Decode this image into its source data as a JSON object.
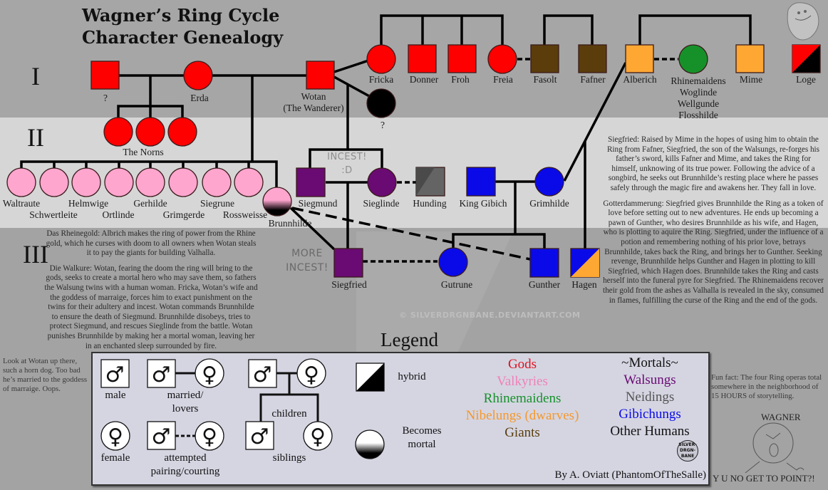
{
  "title": {
    "line1": "Wagner’s Ring Cycle",
    "line2": "Character Genealogy"
  },
  "generations": [
    "I",
    "II",
    "III"
  ],
  "colors": {
    "gods": "#ff0000",
    "valkyries": "#ffa6cf",
    "rhinemaidens": "#16912a",
    "nibelungs": "#ffa733",
    "giants": "#5a3d0b",
    "walsungs": "#6a0a73",
    "neidings": "#555555",
    "gibichungs": "#0a0ae8",
    "other_humans": "#111111"
  },
  "characters": {
    "unknown_father": "?",
    "erda": "Erda",
    "wotan": "Wotan",
    "wotan_alias": "(The Wanderer)",
    "fricka": "Fricka",
    "donner": "Donner",
    "froh": "Froh",
    "freia": "Freia",
    "fasolt": "Fasolt",
    "fafner": "Fafner",
    "alberich": "Alberich",
    "rhinemaidens": "Rhinemaidens",
    "woglinde": "Woglinde",
    "wellgunde": "Wellgunde",
    "flosshilde": "Flosshilde",
    "mime": "Mime",
    "loge": "Loge",
    "unknown_mother": "?",
    "norns": "The Norns",
    "waltraute": "Waltraute",
    "schwertleite": "Schwertleite",
    "helmwige": "Helmwige",
    "ortlinde": "Ortlinde",
    "gerhilde": "Gerhilde",
    "grimgerde": "Grimgerde",
    "siegrune": "Siegrune",
    "rossweisse": "Rossweisse",
    "brunnhilde": "Brunnhilde",
    "siegmund": "Siegmund",
    "sieglinde": "Sieglinde",
    "hunding": "Hunding",
    "king_gibich": "King Gibich",
    "grimhilde": "Grimhilde",
    "siegfried": "Siegfried",
    "gutrune": "Gutrune",
    "gunther": "Gunther",
    "hagen": "Hagen"
  },
  "annotations": {
    "incest_1": "INCEST!",
    "incest_1b": ":D",
    "incest_2a": "MORE",
    "incest_2b": "INCEST!"
  },
  "stories": {
    "rheingold": "Das Rheinegold: Albrich makes the ring of power from the Rhine gold, which he curses with doom to all owners when Wotan steals it to pay the giants for building Valhalla.",
    "walkure": "Die Walkure: Wotan, fearing the doom the ring will bring to the gods, seeks to create a mortal hero who may save them, so fathers the Walsung twins with a human woman. Fricka, Wotan’s wife and the goddess of marraige, forces him to exact punishment on the twins for their adultery and incest.  Wotan commands Brunnhilde to ensure the death of Siegmund.  Brunnhilde disobeys, tries to protect Siegmund, and rescues Sieglinde from the battle.  Wotan punishes Brunnhilde by making her a mortal woman, leaving her in an enchanted sleep surrounded by fire.",
    "siegfried": "Siegfried: Raised by Mime in the hopes of using him to obtain the Ring from Fafner, Siegfried, the son of the Walsungs, re-forges his father’s sword, kills Fafner and Mime, and takes the Ring for himself, unknowing of its true power.  Following the advice of a songbird, he seeks out Brunnhilde’s resting place where he passes safely through the magic fire and awakens her.  They fall in love.",
    "gotterdammerung": "Gotterdammerung: Siegfried gives Brunnhilde the Ring as a token of love before setting out to new adventures.  He ends up becoming a pawn of Gunther, who desires Brunnhilde as his wife, and Hagen, who is plotting to aquire the Ring.  Siegfried, under the influence of a potion and remembering nothing of his prior love, betrays Brunnhilde, takes back the Ring, and brings her to Gunther.  Seeking revenge, Brunnhilde helps Gunther and Hagen in plotting to kill Siegfried, which Hagen does.  Brunnhilde takes the Ring and casts herself into the funeral pyre for Siegfried.  The Rhinemaidens recover their gold from the ashes as Valhalla is revealed in the sky, consumed in flames, fulfilling the curse of the Ring and the end of the gods."
  },
  "side_notes": {
    "wotan_note": "Look at Wotan up there, such a horn dog. Too bad he’s married to the goddess of marraige.  Oops.",
    "fun_fact": "Fun fact:  The four Ring operas total somewhere in the neighborhood of 15 HOURS of storytelling.",
    "meme_top": "WAGNER",
    "meme_bottom": "Y U NO GET TO POINT?!"
  },
  "watermark": "© SILVERDRGNBANE.DEVIANTART.COM",
  "legend": {
    "title": "Legend",
    "male": "male",
    "female": "female",
    "married_1": "married/",
    "married_2": "lovers",
    "attempted_1": "attempted",
    "attempted_2": "pairing/courting",
    "children": "children",
    "siblings": "siblings",
    "hybrid": "hybrid",
    "mortal_1": "Becomes",
    "mortal_2": "mortal",
    "immortal_categories": [
      "Gods",
      "Valkyries",
      "Rhinemaidens",
      "Nibelungs (dwarves)",
      "Giants"
    ],
    "mortals_heading": "~Mortals~",
    "mortal_categories": [
      "Walsungs",
      "Neidings",
      "Gibichungs",
      "Other Humans"
    ],
    "stamp": [
      "SILVER-",
      "DRGN-",
      "BANE"
    ],
    "byline": "By A. Oviatt (PhantomOfTheSalle)"
  }
}
